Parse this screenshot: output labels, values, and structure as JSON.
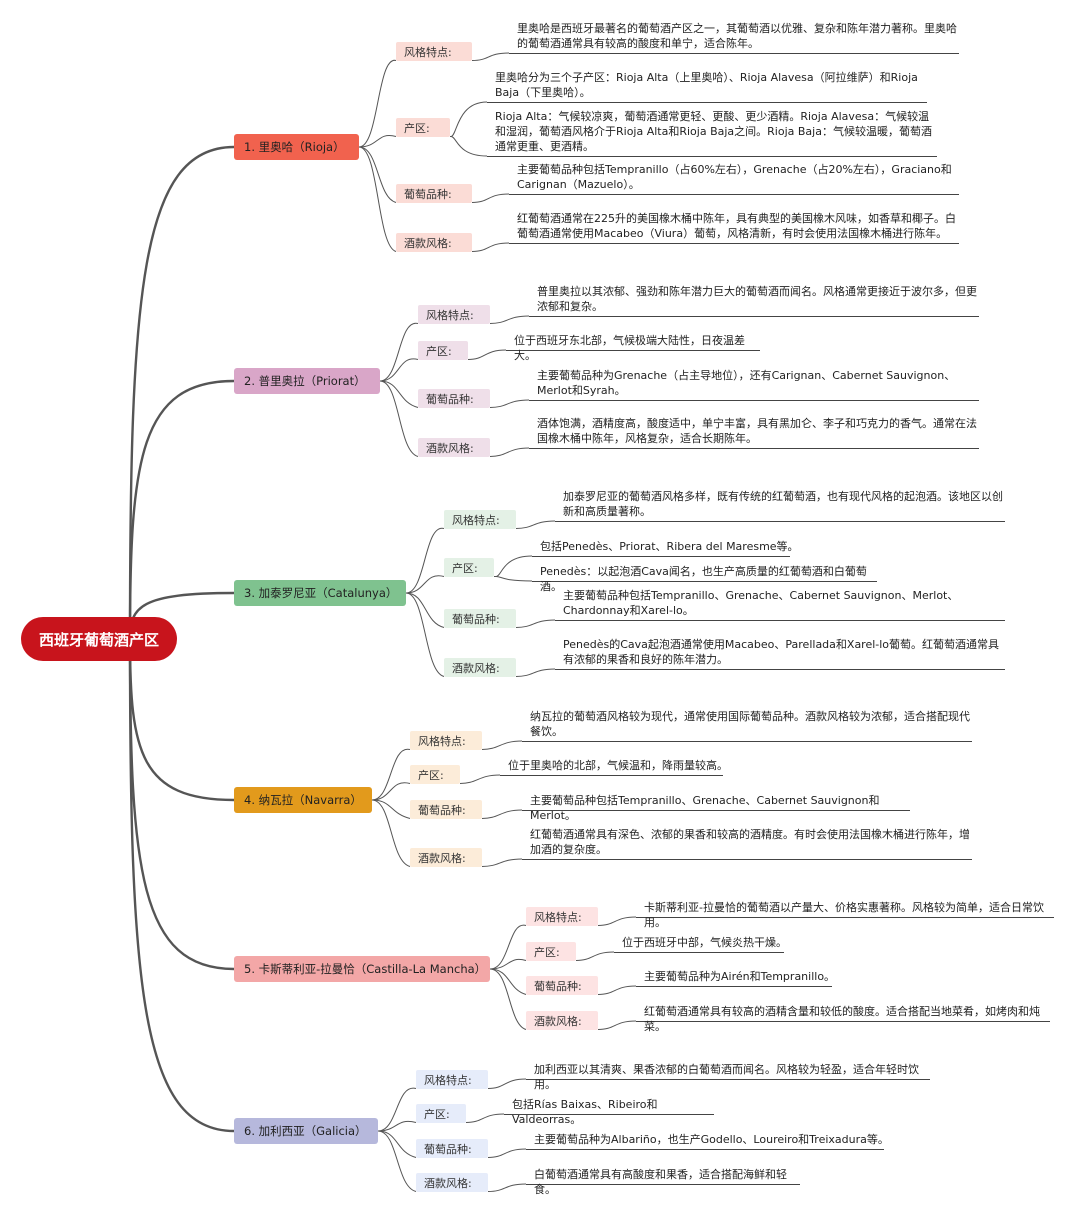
{
  "root": "西班牙葡萄酒产区",
  "regions": [
    {
      "name": "1. 里奥哈（Rioja）",
      "color": "#f1624e",
      "tag_color": "#fbdcd6",
      "items": [
        {
          "label": "风格特点:",
          "texts": [
            "里奥哈是西班牙最著名的葡萄酒产区之一，其葡萄酒以优雅、复杂和陈年潜力著称。里奥哈的葡萄酒通常具有较高的酸度和单宁，适合陈年。"
          ]
        },
        {
          "label": "产区:",
          "texts": [
            "里奥哈分为三个子产区：Rioja Alta（上里奥哈）、Rioja Alavesa（阿拉维萨）和Rioja Baja（下里奥哈）。",
            "Rioja Alta：气候较凉爽，葡萄酒通常更轻、更酸、更少酒精。Rioja Alavesa：气候较温和湿润，葡萄酒风格介于Rioja Alta和Rioja Baja之间。Rioja Baja：气候较温暖，葡萄酒通常更重、更酒精。"
          ]
        },
        {
          "label": "葡萄品种:",
          "texts": [
            "主要葡萄品种包括Tempranillo（占60%左右），Grenache（占20%左右），Graciano和Carignan（Mazuelo）。"
          ]
        },
        {
          "label": "酒款风格:",
          "texts": [
            "红葡萄酒通常在225升的美国橡木桶中陈年，具有典型的美国橡木风味，如香草和椰子。白葡萄酒通常使用Macabeo（Viura）葡萄，风格清新，有时会使用法国橡木桶进行陈年。"
          ]
        }
      ]
    },
    {
      "name": "2. 普里奥拉（Priorat）",
      "color": "#d9a6c8",
      "tag_color": "#efdfe9",
      "items": [
        {
          "label": "风格特点:",
          "texts": [
            "普里奥拉以其浓郁、强劲和陈年潜力巨大的葡萄酒而闻名。风格通常更接近于波尔多，但更浓郁和复杂。"
          ]
        },
        {
          "label": "产区:",
          "texts": [
            "位于西班牙东北部，气候极端大陆性，日夜温差大。"
          ]
        },
        {
          "label": "葡萄品种:",
          "texts": [
            "主要葡萄品种为Grenache（占主导地位），还有Carignan、Cabernet Sauvignon、Merlot和Syrah。"
          ]
        },
        {
          "label": "酒款风格:",
          "texts": [
            "酒体饱满，酒精度高，酸度适中，单宁丰富，具有黑加仑、李子和巧克力的香气。通常在法国橡木桶中陈年，风格复杂，适合长期陈年。"
          ]
        }
      ]
    },
    {
      "name": "3. 加泰罗尼亚（Catalunya）",
      "color": "#7fc28f",
      "tag_color": "#e4f1e6",
      "items": [
        {
          "label": "风格特点:",
          "texts": [
            "加泰罗尼亚的葡萄酒风格多样，既有传统的红葡萄酒，也有现代风格的起泡酒。该地区以创新和高质量著称。"
          ]
        },
        {
          "label": "产区:",
          "texts": [
            "包括Penedès、Priorat、Ribera del Maresme等。",
            "Penedès：以起泡酒Cava闻名，也生产高质量的红葡萄酒和白葡萄酒。"
          ]
        },
        {
          "label": "葡萄品种:",
          "texts": [
            "主要葡萄品种包括Tempranillo、Grenache、Cabernet Sauvignon、Merlot、Chardonnay和Xarel-lo。"
          ]
        },
        {
          "label": "酒款风格:",
          "texts": [
            "Penedès的Cava起泡酒通常使用Macabeo、Parellada和Xarel-lo葡萄。红葡萄酒通常具有浓郁的果香和良好的陈年潜力。"
          ]
        }
      ]
    },
    {
      "name": "4. 纳瓦拉（Navarra）",
      "color": "#e29a1c",
      "tag_color": "#fcecd9",
      "items": [
        {
          "label": "风格特点:",
          "texts": [
            "纳瓦拉的葡萄酒风格较为现代，通常使用国际葡萄品种。酒款风格较为浓郁，适合搭配现代餐饮。"
          ]
        },
        {
          "label": "产区:",
          "texts": [
            "位于里奥哈的北部，气候温和，降雨量较高。"
          ]
        },
        {
          "label": "葡萄品种:",
          "texts": [
            "主要葡萄品种包括Tempranillo、Grenache、Cabernet Sauvignon和Merlot。"
          ]
        },
        {
          "label": "酒款风格:",
          "texts": [
            "红葡萄酒通常具有深色、浓郁的果香和较高的酒精度。有时会使用法国橡木桶进行陈年，增加酒的复杂度。"
          ]
        }
      ]
    },
    {
      "name": "5. 卡斯蒂利亚-拉曼恰（Castilla-La Mancha）",
      "color": "#f3a7a7",
      "tag_color": "#fde3e3",
      "items": [
        {
          "label": "风格特点:",
          "texts": [
            "卡斯蒂利亚-拉曼恰的葡萄酒以产量大、价格实惠著称。风格较为简单，适合日常饮用。"
          ]
        },
        {
          "label": "产区:",
          "texts": [
            "位于西班牙中部，气候炎热干燥。"
          ]
        },
        {
          "label": "葡萄品种:",
          "texts": [
            "主要葡萄品种为Airén和Tempranillo。"
          ]
        },
        {
          "label": "酒款风格:",
          "texts": [
            "红葡萄酒通常具有较高的酒精含量和较低的酸度。适合搭配当地菜肴，如烤肉和炖菜。"
          ]
        }
      ]
    },
    {
      "name": "6. 加利西亚（Galicia）",
      "color": "#b6b8dc",
      "tag_color": "#e6ecfa",
      "items": [
        {
          "label": "风格特点:",
          "texts": [
            "加利西亚以其清爽、果香浓郁的白葡萄酒而闻名。风格较为轻盈，适合年轻时饮用。"
          ]
        },
        {
          "label": "产区:",
          "texts": [
            "包括Rías Baixas、Ribeiro和Valdeorras。"
          ]
        },
        {
          "label": "葡萄品种:",
          "texts": [
            "主要葡萄品种为Albariño，也生产Godello、Loureiro和Treixadura等。"
          ]
        },
        {
          "label": "酒款风格:",
          "texts": [
            "白葡萄酒通常具有高酸度和果香，适合搭配海鲜和轻食。"
          ]
        }
      ]
    }
  ]
}
